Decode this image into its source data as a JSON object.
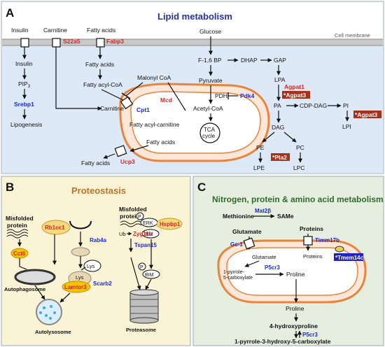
{
  "panel_a": {
    "letter": "A",
    "title": "Lipid metabolism",
    "membrane_label": "Cell membrane",
    "insulin_top": "Insulin",
    "carnitine_top": "Carnitine",
    "fattyacids_top": "Fatty acids",
    "s22a5": "S22a5",
    "fabp3": "Fabp3",
    "insulin_in": "Insulin",
    "pip_base": "PIP",
    "pip_sub": "3",
    "srebp1": "Srebp1",
    "lipogenesis": "Lipogenesis",
    "fattyacids_in": "Fatty acids",
    "fatty_acyl_coa": "Fatty acyl-CoA",
    "malonyl_coa": "Malonyl CoA",
    "carnitine_mid": "Carnitine",
    "mcd": "Mcd",
    "cpt1": "Cpt1",
    "fatty_acyl_carnitine": "Fatty acyl-carnitine",
    "fattyacids_mito": "Fatty acids",
    "ucp3": "Ucp3",
    "fattyacids_out": "Fatty acids",
    "glucose": "Glucose",
    "f16bp": "F-1,6 BP",
    "dhap": "DHAP",
    "gap": "GAP",
    "pyruvate": "Pyruvate",
    "pdh": "PDH",
    "pdk4": "Pdk4",
    "acetyl_coa": "Acetyl-CoA",
    "tca_line1": "TCA",
    "tca_line2": "cycle",
    "lpa": "LPA",
    "agpat1": "Agpat1",
    "agpat3_a": "Agpat3",
    "pa": "PA",
    "cdp_dag": "CDP-DAG",
    "pi": "PI",
    "agpat3_b": "Agpat3",
    "lpi": "LPI",
    "dag": "DAG",
    "pe": "PE",
    "pc": "PC",
    "pla2": "Pla2",
    "lpe": "LPE",
    "lpc": "LPC",
    "star": "*"
  },
  "panel_b": {
    "letter": "B",
    "title": "Proteostasis",
    "misfolded1_line1": "Misfolded",
    "misfolded1_line2": "protein",
    "cct6": "Cct6",
    "rb1cc1": "Rb1cc1",
    "rab4a": "Rab4a",
    "lys1": "Lys",
    "lys2": "Lys",
    "scarb2": "Scarb2",
    "lamtor3": "Lamtor3",
    "autophagosome": "Autophagosome",
    "autolysosome": "Autolysosome",
    "misfolded2_line1": "Misfolded",
    "misfolded2_line2": "protein",
    "p1": "P",
    "erk": "ERK",
    "hspbp1": "Hspbp1",
    "bim1": "BIM",
    "ub": "Ub",
    "zyg11b": "Zyg11b",
    "tspan15": "Tspan15",
    "p2": "P",
    "bim2": "BIM",
    "proteasome": "Proteasome"
  },
  "panel_c": {
    "letter": "C",
    "title": "Nitrogen, protein & amino acid metabolism",
    "methionine": "Methionine",
    "mat2b": "Mat2β",
    "same": "SAMe",
    "glutamate_out": "Glutamate",
    "proteins_out": "Proteins",
    "gc1": "Gc-1",
    "timm17b": "Timm17b",
    "tmem14c": "Tmem14c",
    "glutamate_in": "Glutamate",
    "proteins_in": "Proteins",
    "p5c_line1": "1-pyrrole-",
    "p5c_line2": "5-carboxylate",
    "p5cr3_a": "P5cr3",
    "proline1": "Proline",
    "proline2": "Proline",
    "hydroxyproline": "4-hydroxyproline",
    "p5cr3_b": "P5cr3",
    "final": "1-pyrrole-3-hydroxy-5-carboxylate",
    "star": "*"
  },
  "colors": {
    "panel_a_bg": "#dde9f6",
    "panel_a_title": "#2a2f9e",
    "panel_b_bg": "#fbf3d6",
    "panel_b_title": "#b7762a",
    "panel_c_bg": "#e6efdf",
    "panel_c_title": "#2e6b2a",
    "gene_red": "#d42626",
    "gene_blue": "#1b2bd0",
    "mito_stroke": "#e8843e",
    "badge_bg": "#a5321b",
    "tmem_badge": "#2222c4"
  }
}
